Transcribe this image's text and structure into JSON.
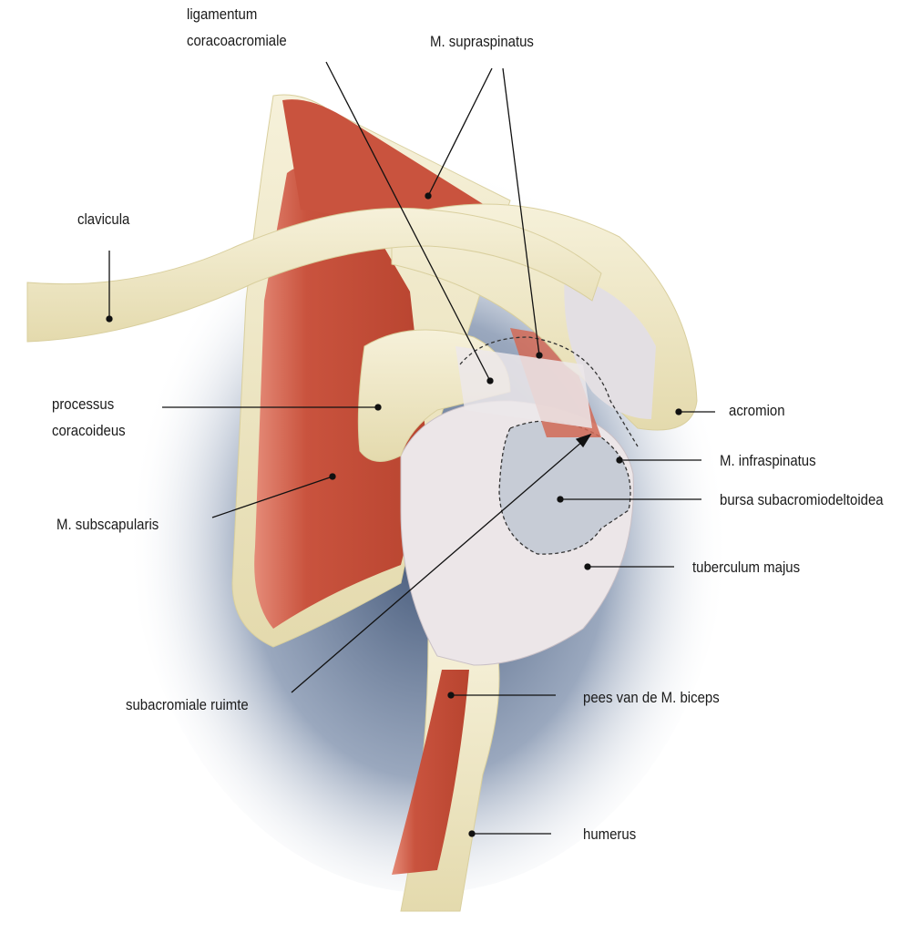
{
  "labels": {
    "ligamentum_1": "ligamentum",
    "ligamentum_2": "coracoacromiale",
    "supraspinatus": "M. supraspinatus",
    "clavicula": "clavicula",
    "processus_1": "processus",
    "processus_2": "coracoideus",
    "acromion": "acromion",
    "infraspinatus": "M. infraspinatus",
    "bursa": "bursa subacromiodeltoidea",
    "tuberculum": "tuberculum majus",
    "subscapularis": "M. subscapularis",
    "subacromiale": "subacromiale ruimte",
    "biceps": "pees van de M. biceps",
    "humerus": "humerus"
  },
  "colors": {
    "bone": "#efe8c8",
    "bone_edge": "#d9cf9e",
    "muscle": "#c9533e",
    "tendon": "#e6e1e4",
    "shadow": "#2e4468",
    "bursa": "#c7ccd6"
  }
}
